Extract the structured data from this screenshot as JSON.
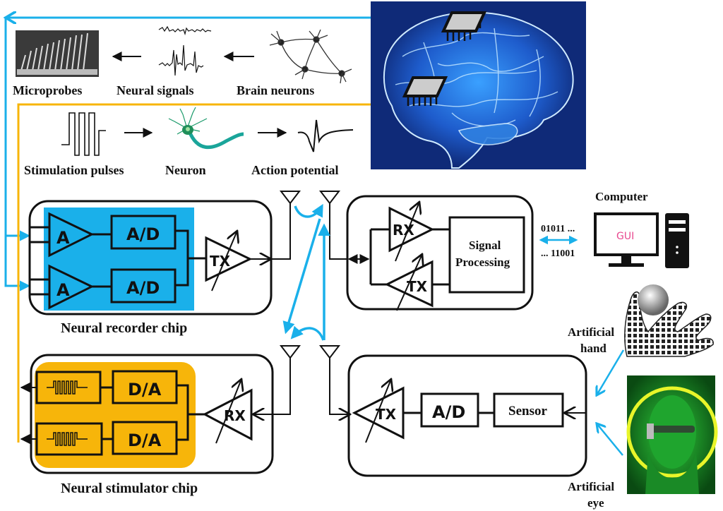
{
  "colors": {
    "blue_path": "#1ab0ea",
    "yellow_path": "#f7b50a",
    "recorder_fill": "#1ab0ea",
    "stimulator_fill": "#f7b50a",
    "brain_bg": "#0f2a78",
    "gui_text": "#e8488f",
    "line": "#111111"
  },
  "top_recording": {
    "microprobes": "Microprobes",
    "neural_signals": "Neural signals",
    "brain_neurons": "Brain neurons"
  },
  "top_stimulation": {
    "stimulation_pulses": "Stimulation pulses",
    "neuron": "Neuron",
    "action_potential": "Action potential"
  },
  "recorder_chip": {
    "caption": "Neural recorder chip",
    "amp1": "A",
    "amp2": "A",
    "adc1": "A/D",
    "adc2": "A/D",
    "tx": "TX"
  },
  "stimulator_chip": {
    "caption": "Neural stimulator chip",
    "dac1": "D/A",
    "dac2": "D/A",
    "rx": "RX"
  },
  "base_station": {
    "rx": "RX",
    "tx": "TX",
    "signal_processing_line1": "Signal",
    "signal_processing_line2": "Processing"
  },
  "computer": {
    "title": "Computer",
    "screen_text": "GUI",
    "bits_top": "01011 ...",
    "bits_bottom": "... 11001"
  },
  "sensor_chip": {
    "tx": "TX",
    "adc": "A/D",
    "sensor": "Sensor"
  },
  "prosthetics": {
    "hand_line1": "Artificial",
    "hand_line2": "hand",
    "eye_line1": "Artificial",
    "eye_line2": "eye"
  }
}
